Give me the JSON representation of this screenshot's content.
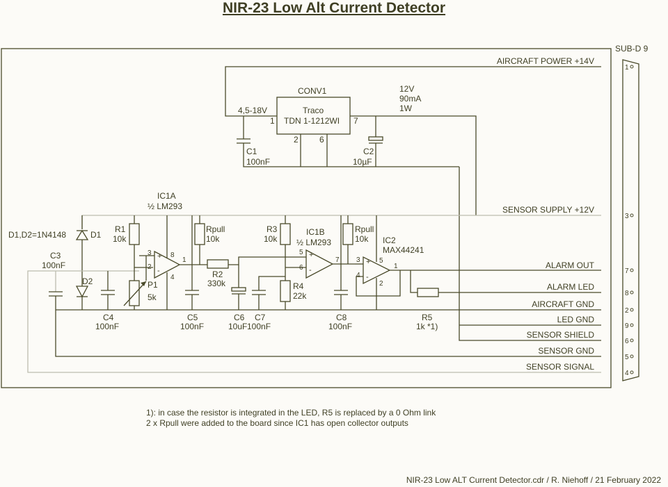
{
  "title": "NIR-23 Low Alt Current Detector",
  "footer": "NIR-23 Low ALT Current Detector.cdr / R. Niehoff / 21 February 2022",
  "notes": [
    "1): in case the resistor is integrated in the LED, R5 is replaced by a 0 Ohm link",
    "2 x Rpull were added to the board since IC1 has open collector outputs"
  ],
  "connector": {
    "name": "SUB-D 9",
    "pins": [
      {
        "pin": "1",
        "signal": "AIRCRAFT POWER +14V"
      },
      {
        "pin": "3",
        "signal": "SENSOR SUPPLY +12V"
      },
      {
        "pin": "7",
        "signal": "ALARM OUT"
      },
      {
        "pin": "8",
        "signal": "ALARM LED"
      },
      {
        "pin": "2",
        "signal": "AIRCRAFT GND"
      },
      {
        "pin": "9",
        "signal": "LED GND"
      },
      {
        "pin": "6",
        "signal": "SENSOR SHIELD"
      },
      {
        "pin": "5",
        "signal": "SENSOR GND"
      },
      {
        "pin": "4",
        "signal": "SENSOR SIGNAL"
      }
    ]
  },
  "converter": {
    "ref": "CONV1",
    "brand": "Traco",
    "part": "TDN 1-1212WI",
    "input_range": "4,5-18V",
    "output": [
      "12V",
      "90mA",
      "1W"
    ],
    "pin_in": "1",
    "pin_gnd1": "2",
    "pin_gnd2": "6",
    "pin_out": "7"
  },
  "components": {
    "C1": {
      "ref": "C1",
      "value": "100nF"
    },
    "C2": {
      "ref": "C2",
      "value": "10µF"
    },
    "C3": {
      "ref": "C3",
      "value": "100nF"
    },
    "C4": {
      "ref": "C4",
      "value": "100nF"
    },
    "C5": {
      "ref": "C5",
      "value": "100nF"
    },
    "C6": {
      "ref": "C6",
      "value": "10uF"
    },
    "C7": {
      "ref": "C7",
      "value": "100nF"
    },
    "C8": {
      "ref": "C8",
      "value": "100nF"
    },
    "R1": {
      "ref": "R1",
      "value": "10k"
    },
    "R2": {
      "ref": "R2",
      "value": "330k"
    },
    "R3": {
      "ref": "R3",
      "value": "10k"
    },
    "R4": {
      "ref": "R4",
      "value": "22k"
    },
    "R5": {
      "ref": "R5",
      "value": "1k *1)"
    },
    "Rpull1": {
      "ref": "Rpull",
      "value": "10k"
    },
    "Rpull2": {
      "ref": "Rpull",
      "value": "10k"
    },
    "P1": {
      "ref": "P1",
      "value": "5k"
    },
    "D1": {
      "ref": "D1"
    },
    "D2": {
      "ref": "D2"
    },
    "diodes": "D1,D2=1N4148",
    "IC1A": {
      "ref": "IC1A",
      "part": "½ LM293",
      "pin_plus": "3",
      "pin_minus": "2",
      "pin_vcc": "8",
      "pin_gnd": "4",
      "pin_out": "1"
    },
    "IC1B": {
      "ref": "IC1B",
      "part": "½ LM293",
      "pin_plus": "5",
      "pin_minus": "6",
      "pin_out": "7"
    },
    "IC2": {
      "ref": "IC2",
      "part": "MAX44241",
      "pin_plus": "3",
      "pin_minus": "4",
      "pin_vcc": "5",
      "pin_gnd": "2",
      "pin_out": "1"
    }
  }
}
